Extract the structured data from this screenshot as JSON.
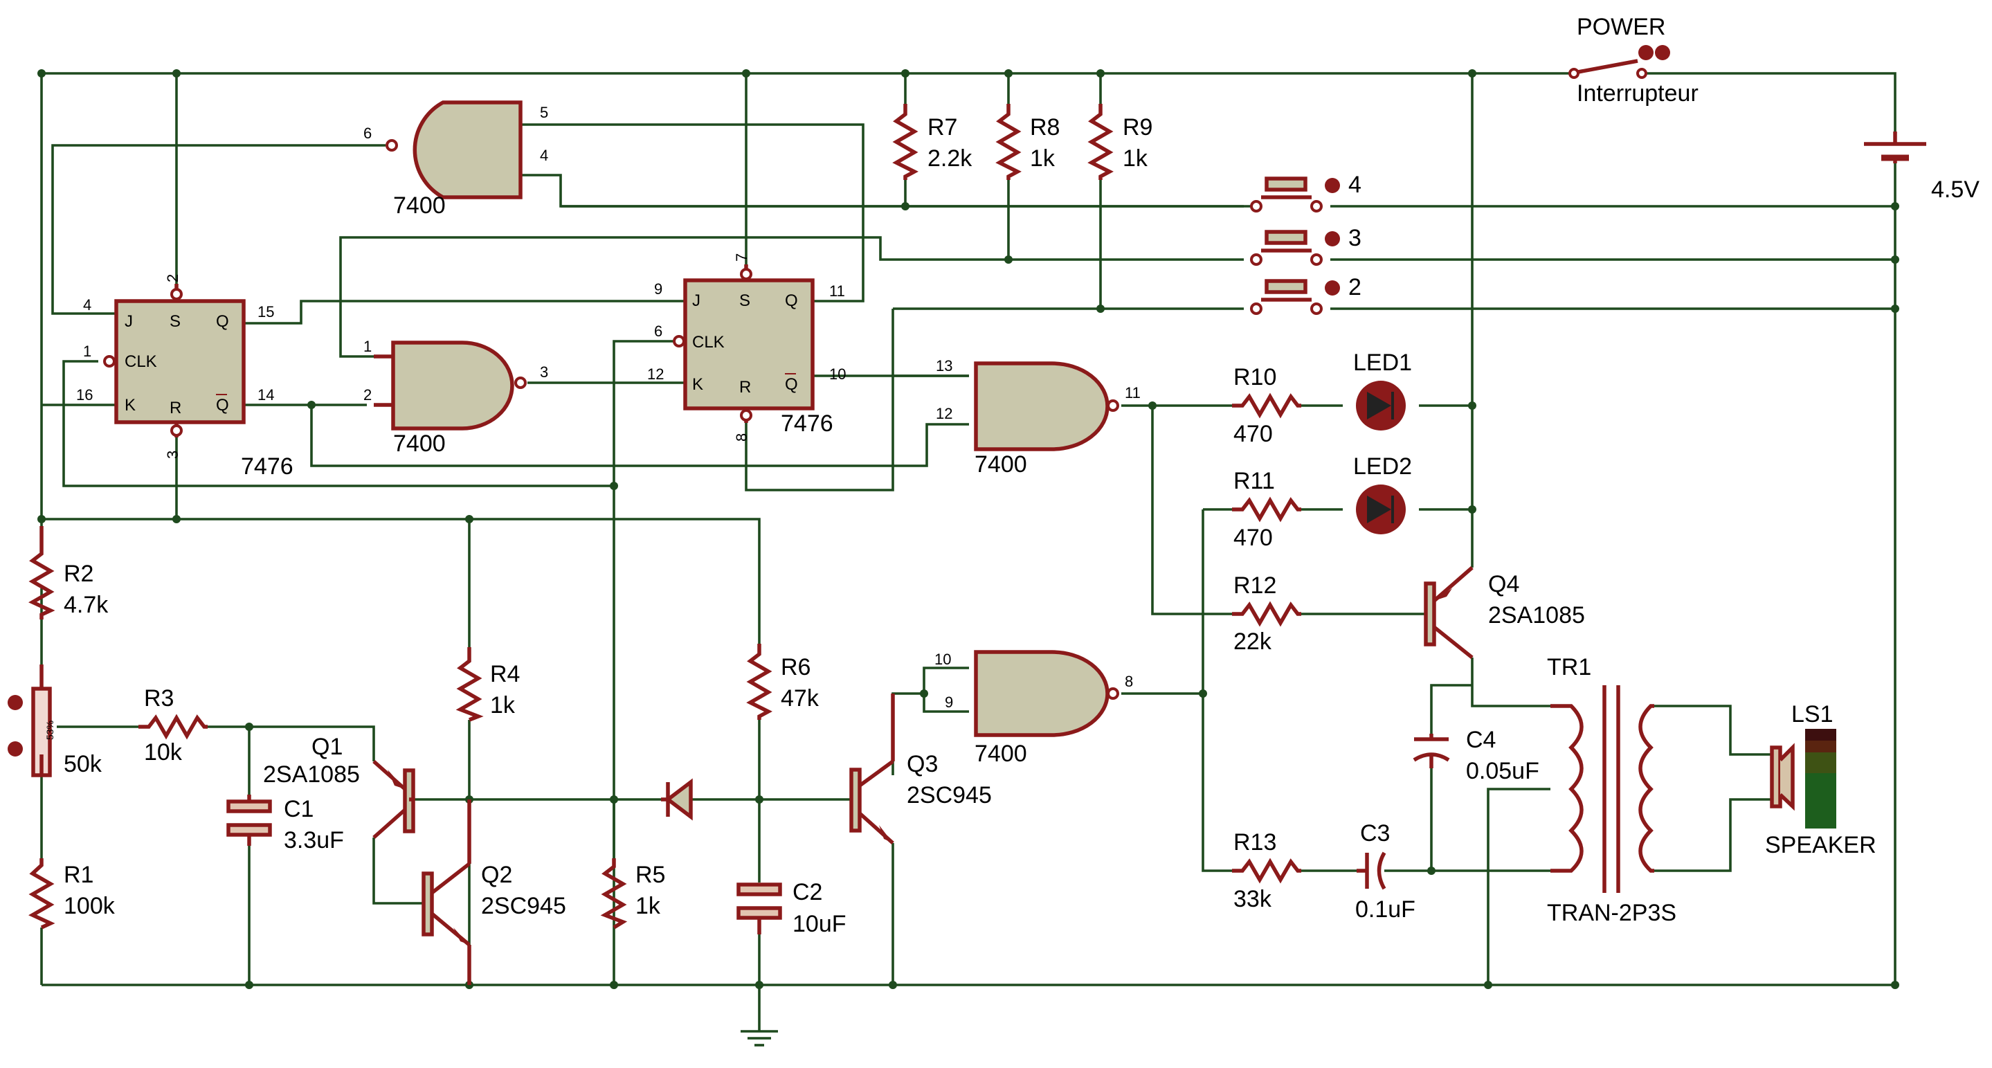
{
  "components": {
    "power": {
      "label": "POWER",
      "sublabel": "Interrupteur"
    },
    "battery": {
      "value": "4.5V"
    },
    "R1": {
      "name": "R1",
      "value": "100k"
    },
    "R2": {
      "name": "R2",
      "value": "4.7k"
    },
    "R3": {
      "name": "R3",
      "value": "10k"
    },
    "R4": {
      "name": "R4",
      "value": "1k"
    },
    "R5": {
      "name": "R5",
      "value": "1k"
    },
    "R6": {
      "name": "R6",
      "value": "47k"
    },
    "R7": {
      "name": "R7",
      "value": "2.2k"
    },
    "R8": {
      "name": "R8",
      "value": "1k"
    },
    "R9": {
      "name": "R9",
      "value": "1k"
    },
    "R10": {
      "name": "R10",
      "value": "470"
    },
    "R11": {
      "name": "R11",
      "value": "470"
    },
    "R12": {
      "name": "R12",
      "value": "22k"
    },
    "R13": {
      "name": "R13",
      "value": "33k"
    },
    "C1": {
      "name": "C1",
      "value": "3.3uF"
    },
    "C2": {
      "name": "C2",
      "value": "10uF"
    },
    "C3": {
      "name": "C3",
      "value": "0.1uF"
    },
    "C4": {
      "name": "C4",
      "value": "0.05uF"
    },
    "Q1": {
      "name": "Q1",
      "value": "2SA1085"
    },
    "Q2": {
      "name": "Q2",
      "value": "2SC945"
    },
    "Q3": {
      "name": "Q3",
      "value": "2SC945"
    },
    "Q4": {
      "name": "Q4",
      "value": "2SA1085"
    },
    "LED1": {
      "name": "LED1"
    },
    "LED2": {
      "name": "LED2"
    },
    "pot": {
      "value": "50k",
      "wiper": "53%"
    },
    "TR1": {
      "name": "TR1",
      "value": "TRAN-2P3S"
    },
    "LS1": {
      "name": "LS1",
      "value": "SPEAKER"
    },
    "FF1": {
      "name": "7476"
    },
    "FF2": {
      "name": "7476"
    },
    "G1": {
      "name": "7400"
    },
    "G2": {
      "name": "7400"
    },
    "G3": {
      "name": "7400"
    },
    "G4": {
      "name": "7400"
    },
    "buttons": [
      "4",
      "3",
      "2"
    ]
  },
  "ff_pins": {
    "j": "J",
    "k": "K",
    "clk": "CLK",
    "s": "S",
    "r": "R",
    "q": "Q",
    "qbar": "Q"
  },
  "pin_numbers": {
    "ff1": {
      "j": "4",
      "clk": "1",
      "k": "16",
      "s": "2",
      "r": "3",
      "q": "15",
      "qbar": "14"
    },
    "ff2": {
      "j": "9",
      "clk": "6",
      "k": "12",
      "s": "7",
      "r": "8",
      "q": "11",
      "qbar": "10"
    },
    "g1": {
      "in_a": "5",
      "in_b": "4",
      "out": "6"
    },
    "g2": {
      "in_a": "1",
      "in_b": "2",
      "out": "3"
    },
    "g3": {
      "in_a": "13",
      "in_b": "12",
      "out": "11"
    },
    "g4": {
      "in_a": "10",
      "in_b": "9",
      "out": "8"
    }
  },
  "colors": {
    "wire": "#1e4a1e",
    "component": "#8b1a1a",
    "gate_fill": "#c9c7ab"
  }
}
